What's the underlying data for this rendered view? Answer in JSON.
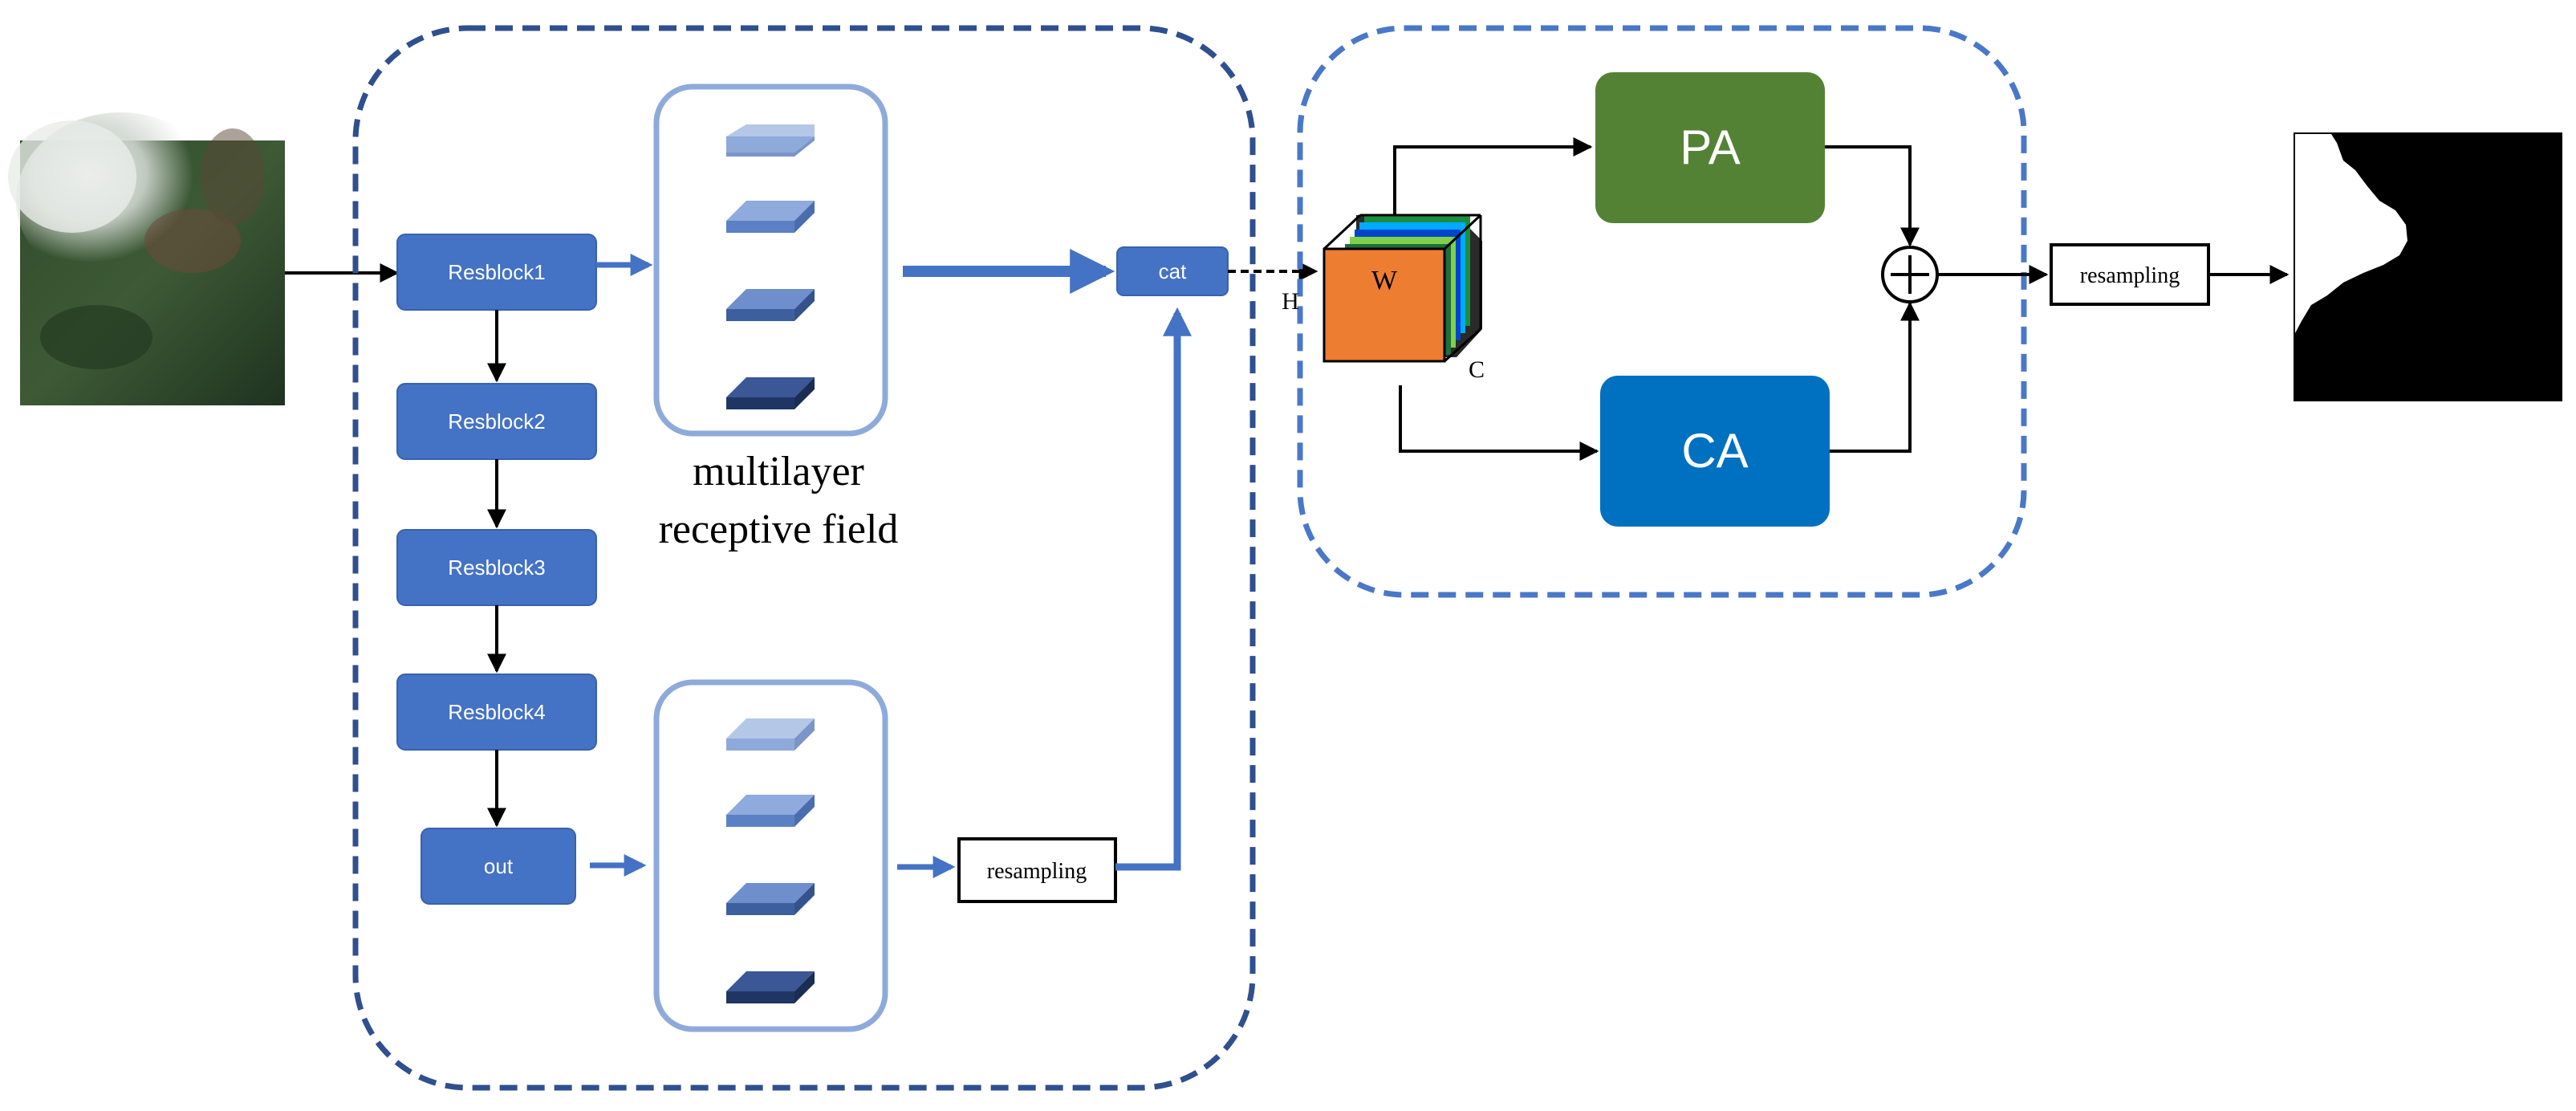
{
  "blocks": {
    "resblock1": "Resblock1",
    "resblock2": "Resblock2",
    "resblock3": "Resblock3",
    "resblock4": "Resblock4",
    "out": "out",
    "cat": "cat"
  },
  "caption": {
    "line1": "multilayer",
    "line2": "receptive field"
  },
  "resampling_inner": "resampling",
  "resampling_outer": "resampling",
  "cube": {
    "w": "W",
    "h": "H",
    "c": "C"
  },
  "attention": {
    "pa": "PA",
    "ca": "CA"
  },
  "colors": {
    "block_blue": "#4472c4",
    "dashed_left": "#2f4f8f",
    "dashed_right": "#4a78c8",
    "panel_border": "#8eaadb",
    "pa_green": "#548235",
    "ca_blue": "#0070c0",
    "cube_orange": "#ed7d31"
  }
}
